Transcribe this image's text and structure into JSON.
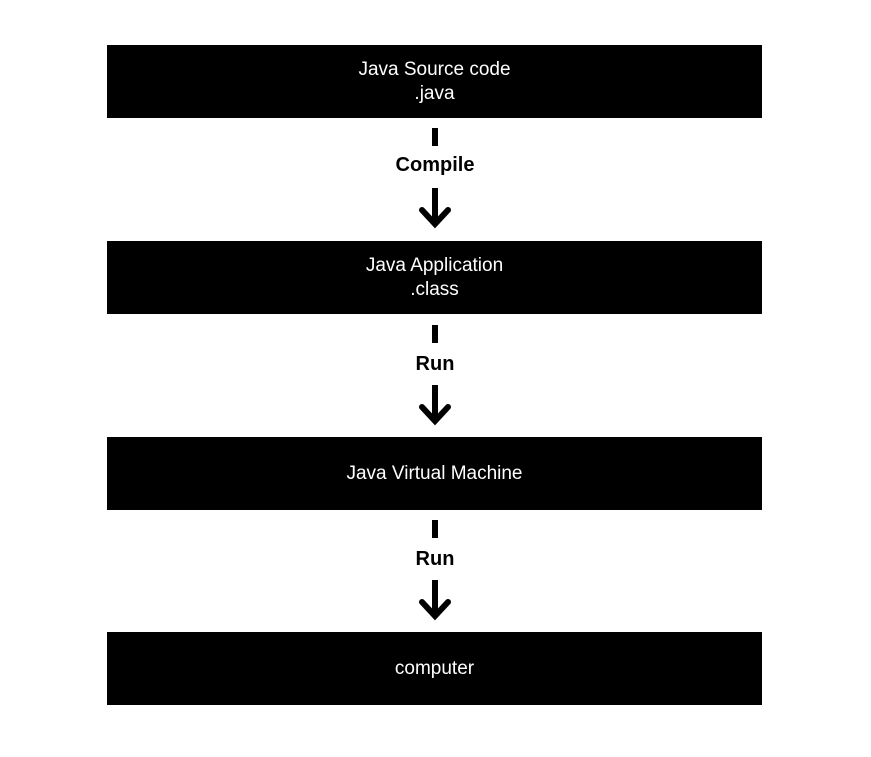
{
  "boxes": [
    {
      "line1": "Java Source code",
      "line2": ".java"
    },
    {
      "line1": "Java Application",
      "line2": ".class"
    },
    {
      "line1": "Java Virtual Machine"
    },
    {
      "line1": "computer"
    }
  ],
  "connectors": [
    {
      "label": "Compile"
    },
    {
      "label": "Run"
    },
    {
      "label": "Run"
    }
  ],
  "colors": {
    "box_fill": "#000000",
    "box_text": "#ffffff",
    "arrow": "#000000",
    "background": "#ffffff"
  }
}
